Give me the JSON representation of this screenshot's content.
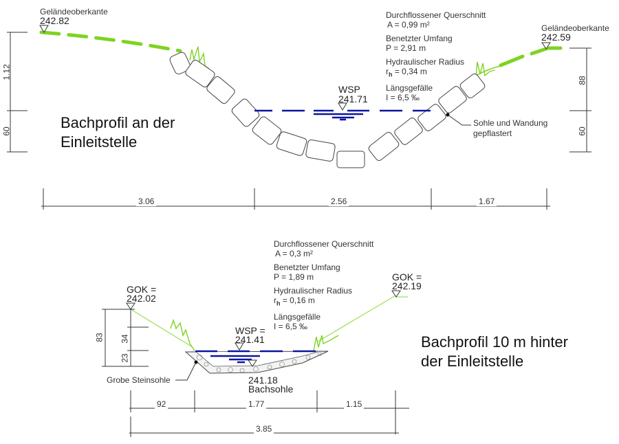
{
  "profile1": {
    "title_line1": "Bachprofil an der",
    "title_line2": "Einleitstelle",
    "left_gok": {
      "label": "Geländeoberkante",
      "value": "242.82"
    },
    "right_gok": {
      "label": "Geländeoberkante",
      "value": "242.59"
    },
    "wsp": {
      "label": "WSP",
      "value": "241.71"
    },
    "hydraulics": {
      "area_label": "Durchflossener Querschnitt",
      "area_value": "A = 0,99 m²",
      "perimeter_label": "Benetzter Umfang",
      "perimeter_value": "P = 2,91 m",
      "radius_label": "Hydraulischer Radius",
      "radius_symbol": "r",
      "radius_sub": "h",
      "radius_value": " = 0,34 m",
      "slope_label": "Längsgefälle",
      "slope_value": "I = 6,5 ‰"
    },
    "annotation": {
      "line1": "Sohle und Wandung",
      "line2": "gepflastert"
    },
    "dims": {
      "left_vertical_top": "1.12",
      "left_vertical_bottom": "60",
      "right_vertical_top": "88",
      "right_vertical_bottom": "60",
      "horizontal": [
        "3.06",
        "2.56",
        "1.67"
      ]
    }
  },
  "profile2": {
    "title_line1": "Bachprofil 10 m hinter",
    "title_line2": "der Einleitstelle",
    "left_gok": {
      "label": "GOK =",
      "value": "242.02"
    },
    "right_gok": {
      "label": "GOK =",
      "value": "242.19"
    },
    "wsp": {
      "label": "WSP =",
      "value": "241.41"
    },
    "bed": {
      "value": "241.18",
      "label": "Bachsohle"
    },
    "hydraulics": {
      "area_label": "Durchflossener Querschnitt",
      "area_value": "A = 0,3 m²",
      "perimeter_label": "Benetzter Umfang",
      "perimeter_value": "P = 1,89 m",
      "radius_label": "Hydraulischer Radius",
      "radius_symbol": "r",
      "radius_sub": "h",
      "radius_value": " = 0,16 m",
      "slope_label": "Längsgefälle",
      "slope_value": "I = 6,5 ‰"
    },
    "annotation": {
      "line1": "Grobe Steinsohle"
    },
    "dims": {
      "vertical_total": "83",
      "vertical_upper": "34",
      "vertical_lower": "23",
      "horizontal": [
        "92",
        "1.77",
        "1.15"
      ],
      "total": "3.85"
    }
  },
  "colors": {
    "grass": "#7ed321",
    "water": "#0a14a0",
    "line": "#333333"
  }
}
